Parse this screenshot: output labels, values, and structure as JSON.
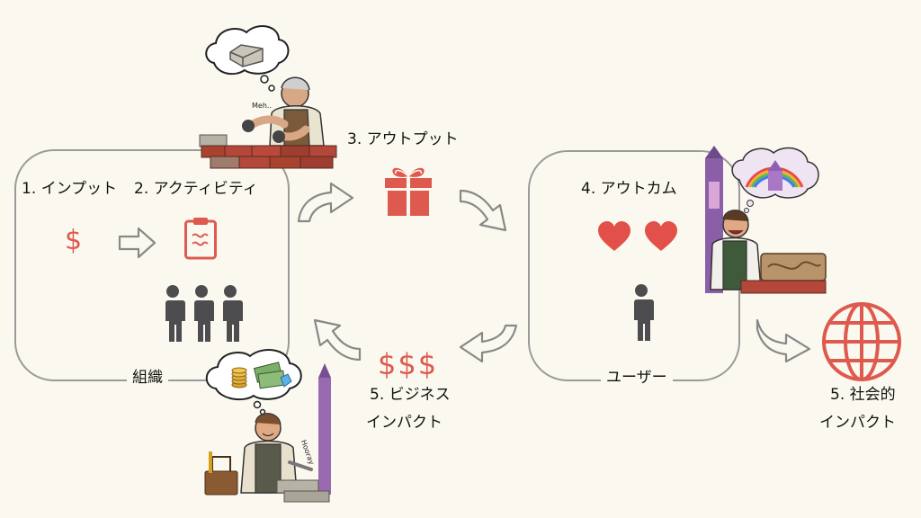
{
  "org": {
    "label": "組織"
  },
  "user_group": {
    "label": "ユーザー"
  },
  "steps": {
    "input": "1. インプット",
    "activity": "2. アクティビティ",
    "output": "3. アウトプット",
    "outcome": "4. アウトカム",
    "business_impact_1": "5. ビジネス",
    "business_impact_2": "インパクト",
    "social_impact_1": "5. 社会的",
    "social_impact_2": "インパクト"
  },
  "symbols": {
    "dollar": "$",
    "dollars": "$$$"
  },
  "illustration_text": {
    "meh": "Meh..",
    "hooray": "Hooray"
  },
  "colors": {
    "accent_red": "#de5a4f",
    "heart_red": "#e2504a",
    "person_gray": "#4d4d4f",
    "frame_gray": "#9a9a9a",
    "arrow_gray": "#888888",
    "background": "#fbf9ef"
  },
  "icons": [
    "dollar-icon",
    "clipboard-icon",
    "people-icon",
    "gift-icon",
    "heart-icon",
    "person-icon",
    "globe-icon",
    "curved-arrow-icon",
    "right-arrow-icon"
  ]
}
